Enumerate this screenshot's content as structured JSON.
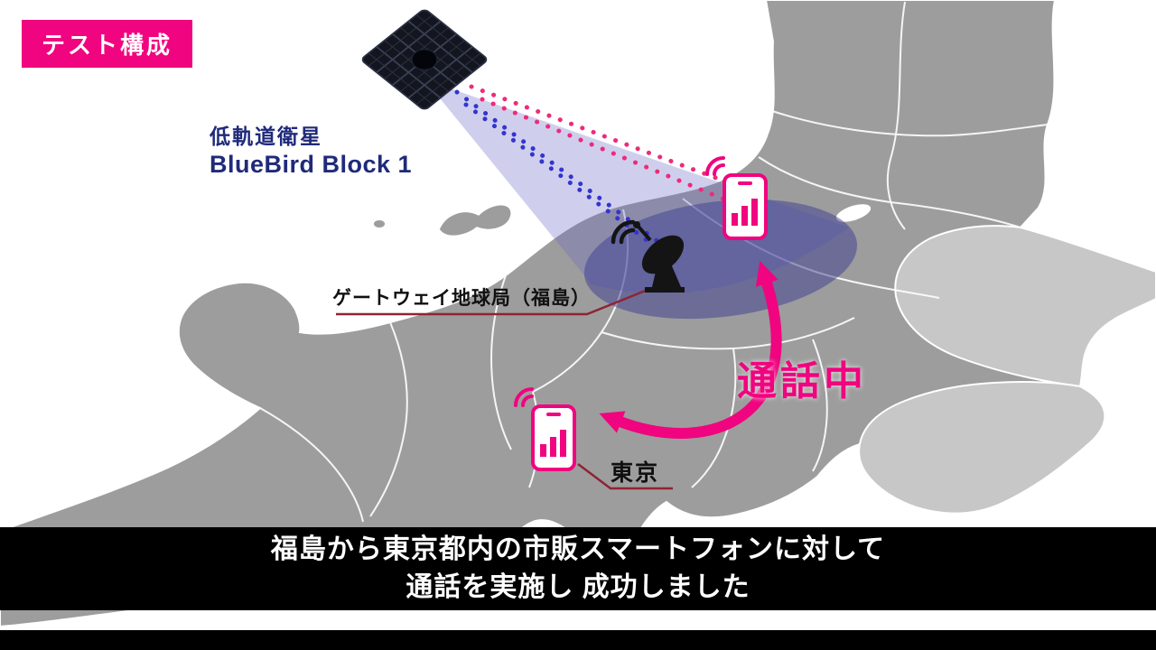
{
  "badge": {
    "label": "テスト構成"
  },
  "satellite": {
    "name_line1": "低軌道衛星",
    "name_line2": "BlueBird Block 1"
  },
  "gateway": {
    "label": "ゲートウェイ地球局（福島）"
  },
  "tokyo": {
    "label": "東京"
  },
  "call": {
    "status_label": "通話中"
  },
  "caption": {
    "line1": "福島から東京都内の市販スマートフォンに対して",
    "line2": "通話を実施し 成功しました"
  },
  "icons": {
    "satellite": "satellite-solar-array-icon",
    "gateway": "satellite-dish-icon",
    "phone": "smartphone-signal-icon",
    "waves": "radio-waves-icon"
  },
  "colors": {
    "accent_pink": "#F0047F",
    "navy": "#1f2a7a",
    "map_gray": "#9d9d9d",
    "map_light_gray": "#c7c7c7",
    "map_border": "#ffffff",
    "beam": "#6a6ac6",
    "beam_dark": "#3c3c92",
    "dotted_pink": "#ee2a7b",
    "dotted_blue": "#3434cf",
    "pointer_line": "#8e2433",
    "caption_bg": "#000000",
    "caption_text": "#ffffff"
  }
}
